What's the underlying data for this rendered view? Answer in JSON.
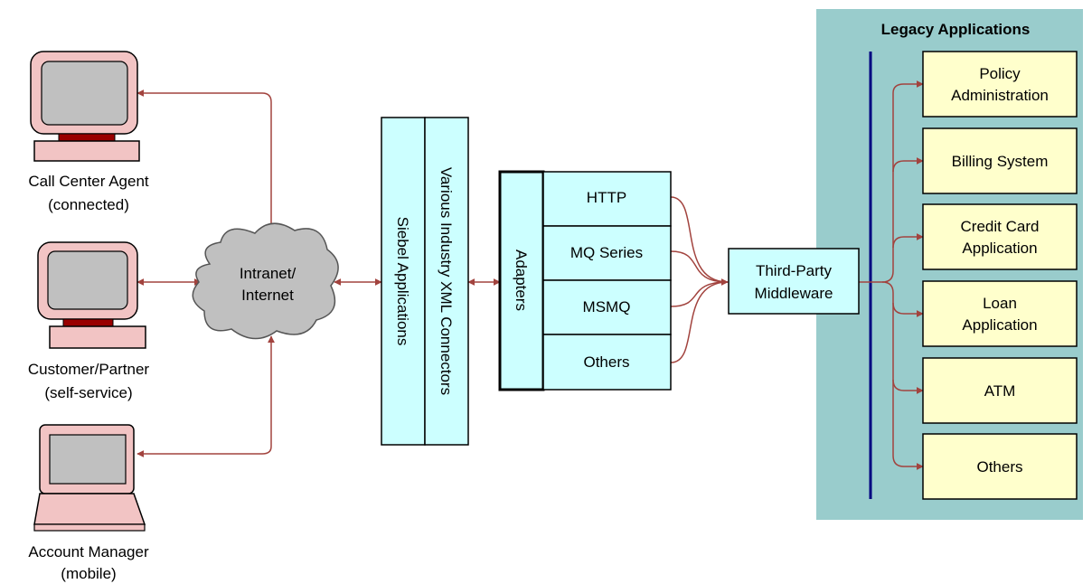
{
  "clients": {
    "call_center": {
      "line1": "Call Center Agent",
      "line2": "(connected)"
    },
    "customer": {
      "line1": "Customer/Partner",
      "line2": "(self-service)"
    },
    "account_manager": {
      "line1": "Account Manager",
      "line2": "(mobile)"
    }
  },
  "network": {
    "line1": "Intranet/",
    "line2": "Internet"
  },
  "siebel": {
    "applications": "Siebel Applications",
    "connectors": "Various Industry XML Connectors"
  },
  "adapters": {
    "title": "Adapters",
    "items": [
      "HTTP",
      "MQ Series",
      "MSMQ",
      "Others"
    ]
  },
  "middleware": {
    "line1": "Third-Party",
    "line2": "Middleware"
  },
  "legacy": {
    "title": "Legacy Applications",
    "apps": [
      {
        "line1": "Policy",
        "line2": "Administration"
      },
      {
        "line1": "Billing System",
        "line2": ""
      },
      {
        "line1": "Credit Card",
        "line2": "Application"
      },
      {
        "line1": "Loan",
        "line2": "Application"
      },
      {
        "line1": "ATM",
        "line2": ""
      },
      {
        "line1": "Others",
        "line2": ""
      }
    ]
  },
  "colors": {
    "arrow": "#a2433e",
    "cyan_box": "#ccffff",
    "legacy_panel": "#99cccc",
    "legacy_box": "#ffffcc",
    "bus_line": "#000080",
    "monitor_body": "#f2c4c4",
    "monitor_screen": "#c0c0c0",
    "cloud": "#c0c0c0"
  }
}
